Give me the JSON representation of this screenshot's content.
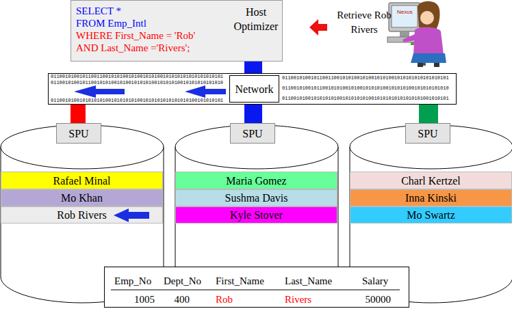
{
  "diagram": {
    "nodes": [
      {
        "text": [
          "SELECT *",
          "FROM Emp_Intl",
          "WHERE First_Name = 'Rob'",
          "AND Last_Name ='Rivers';",
          "Host Optimizer"
        ]
      },
      {
        "text": [
          "Network"
        ]
      },
      {
        "text": [
          "SPU"
        ]
      },
      {
        "text": [
          "SPU"
        ]
      },
      {
        "text": [
          "SPU"
        ]
      },
      {
        "text": [
          "Rafael Minal"
        ]
      },
      {
        "text": [
          "Mo Khan"
        ]
      },
      {
        "text": [
          "Rob Rivers"
        ]
      },
      {
        "text": [
          "Maria Gomez"
        ]
      },
      {
        "text": [
          "Sushma Davis"
        ]
      },
      {
        "text": [
          "Kyle Stover"
        ]
      },
      {
        "text": [
          "Charl Kertzel"
        ]
      },
      {
        "text": [
          "Inna Kinski"
        ]
      },
      {
        "text": [
          "Mo Swartz"
        ]
      },
      {
        "text": [
          "Emp_No",
          "Dept_No",
          "First_Name",
          "Last_Name",
          "Salary",
          "1005",
          "400",
          "Rob",
          "Rivers",
          "50000"
        ]
      }
    ],
    "edges": [
      {
        "from": 0,
        "to": 1,
        "arrow": "none"
      },
      {
        "from": 2,
        "to": 1,
        "arrow": "none"
      },
      {
        "from": 3,
        "to": 1,
        "arrow": "none"
      },
      {
        "from": 4,
        "to": 1,
        "arrow": "none"
      }
    ],
    "labels": [
      "Retrieve Rob Rivers",
      "Nexus",
      "011001010010110011001010100101001010100101010101010101010101",
      "011001010010110010101001010010101010010101010010101010101010",
      "011001010010101010100101010101001010101010101010100101010101",
      "0110010100101100110010101001010010101001010101010101010101",
      "0110010100101100101010010100101010100101010100101010101010",
      "0110010100101010101001010101010010101010101010101001010101"
    ]
  }
}
